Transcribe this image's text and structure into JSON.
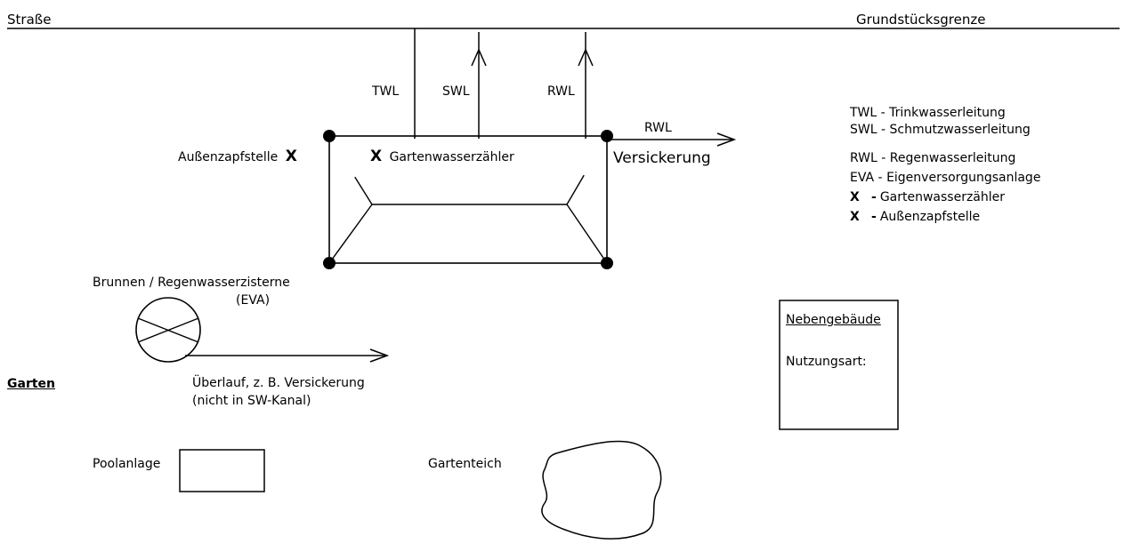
{
  "top": {
    "street": "Straße",
    "boundary": "Grundstücksgrenze"
  },
  "pipes": {
    "twl": "TWL",
    "swl": "SWL",
    "rwl_top": "RWL",
    "rwl_right": "RWL",
    "infiltration": "Versickerung"
  },
  "house": {
    "outdoor_tap_label": "Außenzapfstelle",
    "outdoor_tap_mark": "X",
    "garden_meter_mark": "X",
    "garden_meter_label": "Gartenwasserzähler"
  },
  "legend": {
    "items": [
      {
        "key": "TWL",
        "sep": " - ",
        "text": "Trinkwasserleitung"
      },
      {
        "key": "SWL",
        "sep": " - ",
        "text": "Schmutzwasserleitung"
      },
      {
        "key": "RWL",
        "sep": " - ",
        "text": "Regenwasserleitung"
      },
      {
        "key": "EVA",
        "sep": " - ",
        "text": "Eigenversorgungsanlage"
      },
      {
        "key": "X",
        "sep": "  - ",
        "text": "Gartenwasserzähler"
      },
      {
        "key": "X",
        "sep": "  - ",
        "text": "Außenzapfstelle"
      }
    ]
  },
  "well": {
    "title": "Brunnen / Regenwasserzisterne",
    "abbr": "(EVA)",
    "overflow_line1": "Überlauf, z. B.  Versickerung",
    "overflow_line2": "(nicht in SW-Kanal)"
  },
  "garden": {
    "label": "Garten",
    "pool": "Poolanlage",
    "pond": "Gartenteich"
  },
  "outbuilding": {
    "title": "Nebengebäude",
    "usage": "Nutzungsart:"
  }
}
